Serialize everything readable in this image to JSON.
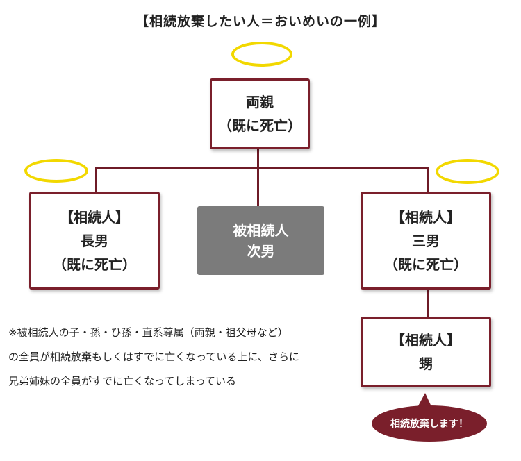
{
  "title": "【相続放棄したい人＝おいめいの一例】",
  "nodes": {
    "parents": {
      "line1": "両親",
      "line2": "（既に死亡）"
    },
    "eldest_son": {
      "line1": "【相続人】",
      "line2": "長男",
      "line3": "（既に死亡）"
    },
    "deceased": {
      "line1": "被相続人",
      "line2": "次男"
    },
    "third_son": {
      "line1": "【相続人】",
      "line2": "三男",
      "line3": "（既に死亡）"
    },
    "nephew": {
      "line1": "【相続人】",
      "line2": "甥"
    }
  },
  "note": {
    "line1": "※被相続人の子・孫・ひ孫・直系尊属（両親・祖父母など）",
    "line2": "の全員が相続放棄もしくはすでに亡くなっている上に、さらに",
    "line3": "兄弟姉妹の全員がすでに亡くなってしまっている"
  },
  "bubble": {
    "text": "相続放棄します！"
  },
  "colors": {
    "border": "#7a1f2b",
    "connector": "#6e1b27",
    "halo": "#f2d800",
    "deceased_fill": "#7b7b7b",
    "bubble_fill": "#7a1f2b"
  }
}
